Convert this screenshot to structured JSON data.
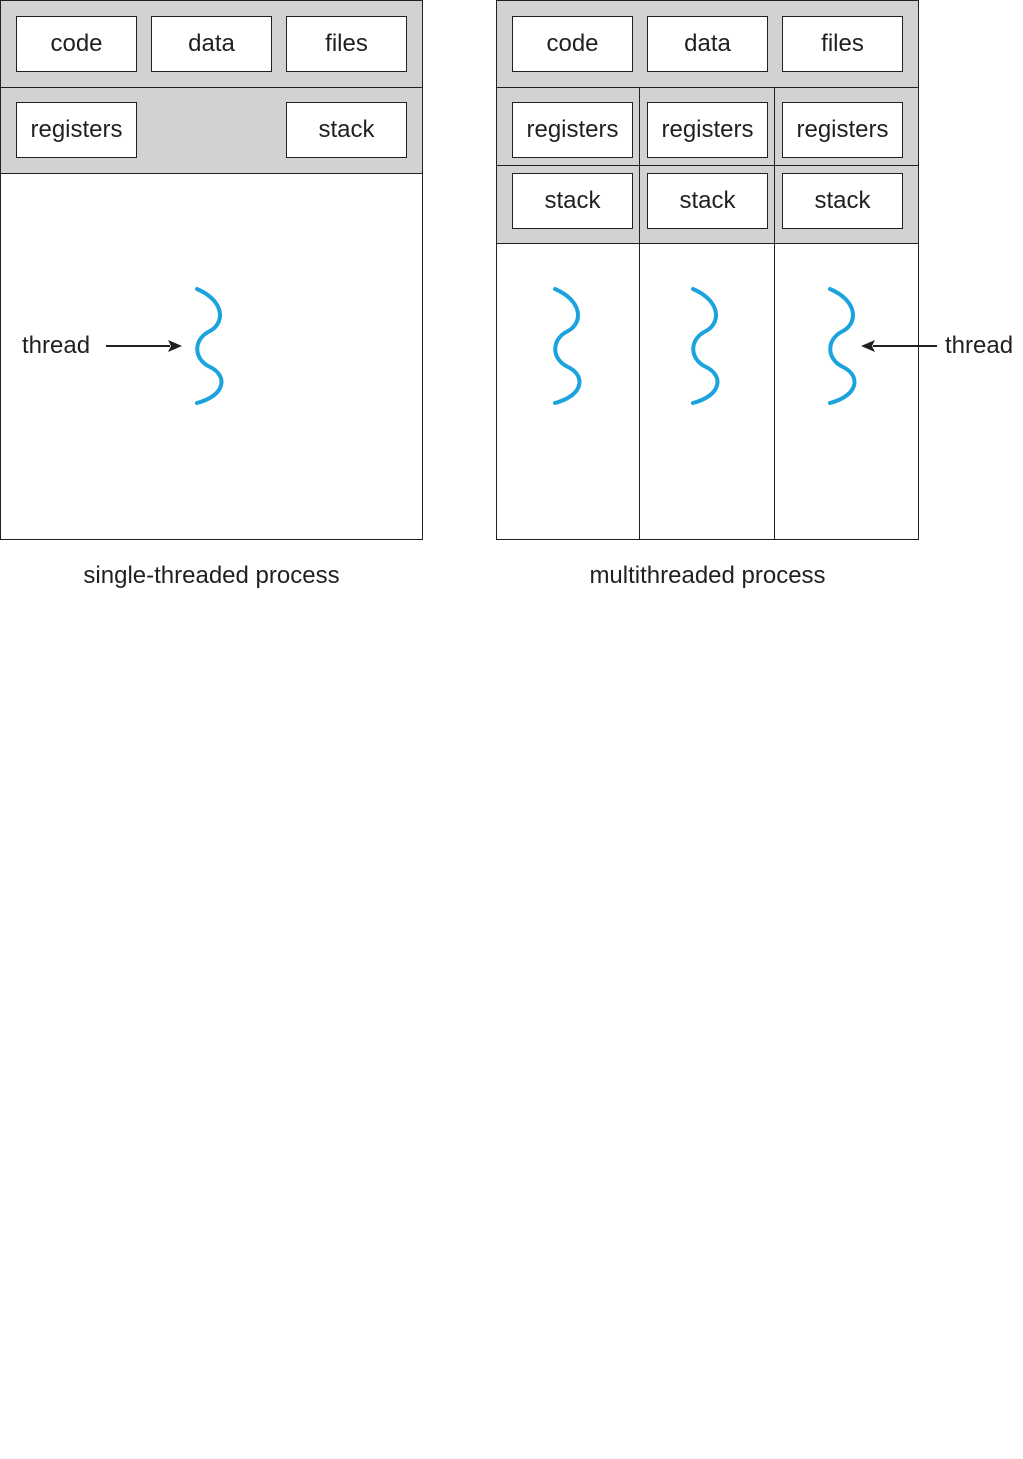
{
  "single": {
    "caption": "single-threaded process",
    "code": "code",
    "data": "data",
    "files": "files",
    "registers": "registers",
    "stack": "stack",
    "thread_label": "thread"
  },
  "multi": {
    "caption": "multithreaded process",
    "code": "code",
    "data": "data",
    "files": "files",
    "registers": [
      "registers",
      "registers",
      "registers"
    ],
    "stack": [
      "stack",
      "stack",
      "stack"
    ],
    "thread_label": "thread"
  },
  "colors": {
    "thread": "#1aa3dc",
    "band": "#d1d2d4",
    "line": "#231f20"
  }
}
